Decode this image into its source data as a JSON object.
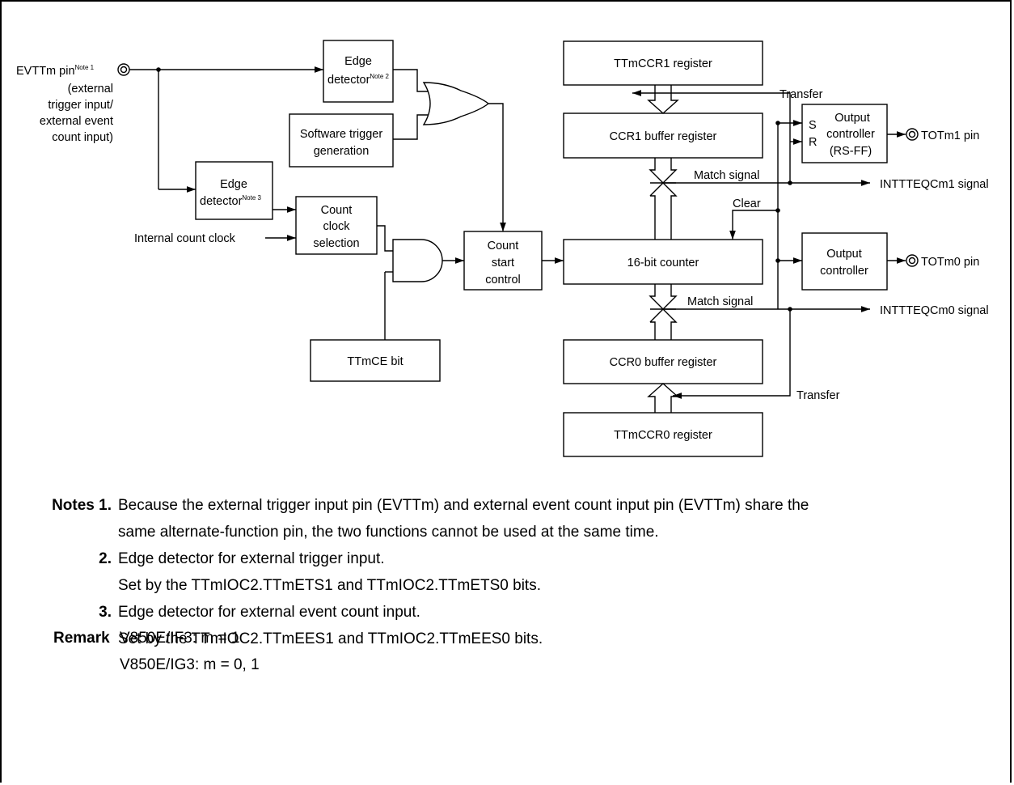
{
  "diagram": {
    "pins": {
      "evttm_label": "EVTTm pin",
      "evttm_note": "Note 1",
      "evttm_desc": [
        "(external",
        "trigger input/",
        "external event",
        "count input)"
      ],
      "totm1": "TOTm1 pin",
      "totm0": "TOTm0 pin"
    },
    "blocks": {
      "edge_detector": "Edge",
      "edge_detector_2": "detector",
      "note2": "Note 2",
      "note3": "Note 3",
      "software_trigger": [
        "Software trigger",
        "generation"
      ],
      "count_clock": [
        "Count",
        "clock",
        "selection"
      ],
      "count_start": [
        "Count",
        "start",
        "control"
      ],
      "ttmce": "TTmCE bit",
      "ttmccr1": "TTmCCR1 register",
      "ccr1_buffer": "CCR1 buffer register",
      "counter": "16-bit counter",
      "ccr0_buffer": "CCR0 buffer register",
      "ttmccr0": "TTmCCR0 register",
      "out1": [
        "Output",
        "controller",
        "(RS-FF)"
      ],
      "out1_s": "S",
      "out1_r": "R",
      "out0": [
        "Output",
        "controller"
      ]
    },
    "signals": {
      "internal_clock": "Internal count clock",
      "transfer": "Transfer",
      "match": "Match signal",
      "clear": "Clear",
      "int1": "INTTTEQCm1 signal",
      "int0": "INTTTEQCm0 signal"
    }
  },
  "notes": {
    "title": "Notes",
    "items": [
      {
        "num": "1.",
        "lines": [
          "Because the external trigger input pin (EVTTm) and external event count input pin (EVTTm) share the",
          "same alternate-function pin, the two functions cannot be used at the same time."
        ]
      },
      {
        "num": "2.",
        "lines": [
          "Edge detector for external trigger input.",
          "Set by the TTmIOC2.TTmETS1 and TTmIOC2.TTmETS0 bits."
        ]
      },
      {
        "num": "3.",
        "lines": [
          "Edge detector for external event count input.",
          "Set by the TTmIOC2.TTmEES1 and TTmIOC2.TTmEES0 bits."
        ]
      }
    ]
  },
  "remark": {
    "title": "Remark",
    "lines": [
      "V850E/IF3: m = 1",
      "V850E/IG3: m = 0, 1"
    ]
  }
}
